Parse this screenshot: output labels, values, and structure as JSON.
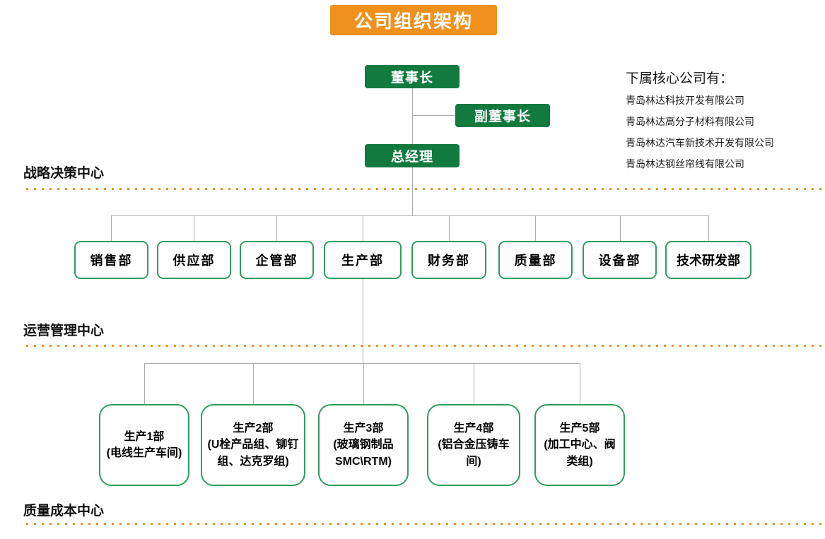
{
  "title": "公司组织架构",
  "executives": [
    {
      "label": "董事长"
    },
    {
      "label": "副董事长"
    },
    {
      "label": "总经理"
    }
  ],
  "sub_companies": {
    "heading": "下属核心公司有：",
    "items": [
      "青岛林达科技开发有限公司",
      "青岛林达高分子材料有限公司",
      "青岛林达汽车新技术开发有限公司",
      "青岛林达钢丝帘线有限公司"
    ]
  },
  "section_labels": [
    "战略决策中心",
    "运营管理中心",
    "质量成本中心"
  ],
  "departments": [
    {
      "label": "销售部"
    },
    {
      "label": "供应部"
    },
    {
      "label": "企管部"
    },
    {
      "label": "生产部"
    },
    {
      "label": "财务部"
    },
    {
      "label": "质量部"
    },
    {
      "label": "设备部"
    },
    {
      "label": "技术研发部"
    }
  ],
  "production_units": [
    {
      "label": "生产1部\n(电线生产车间)"
    },
    {
      "label": "生产2部\n(U栓产品组、铆钉组、达克罗组)"
    },
    {
      "label": "生产3部\n(玻璃钢制品SMC\\RTM)"
    },
    {
      "label": "生产4部\n(铝合金压铸车间)"
    },
    {
      "label": "生产5部\n(加工中心、阀类组)"
    }
  ],
  "colors": {
    "accent_orange": "#F0911D",
    "solid_green": "#137A3F",
    "border_green": "#2F9D5C",
    "connector_gray": "#ABABAB",
    "text_black": "#111111",
    "background": "#FFFFFF"
  }
}
